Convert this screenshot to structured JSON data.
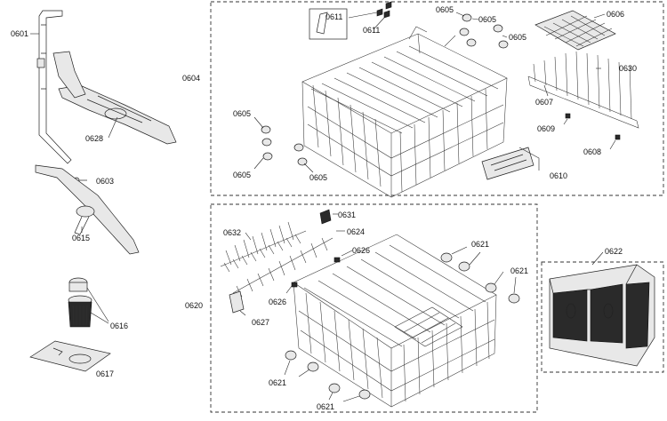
{
  "diagram": {
    "labels": {
      "p0601": "0601",
      "p0603": "0603",
      "p0604": "0604",
      "p0605_a": "0605",
      "p0605_b": "0605",
      "p0605_c": "0605",
      "p0605_d": "0605",
      "p0605_e": "0605",
      "p0605_f": "0605",
      "p0606": "0606",
      "p0607": "0607",
      "p0608": "0608",
      "p0609": "0609",
      "p0610": "0610",
      "p0611_a": "0611",
      "p0611_b": "0611",
      "p0615": "0615",
      "p0616": "0616",
      "p0617": "0617",
      "p0620": "0620",
      "p0621_a": "0621",
      "p0621_b": "0621",
      "p0621_c": "0621",
      "p0621_d": "0621",
      "p0622": "0622",
      "p0624": "0624",
      "p0626_a": "0626",
      "p0626_b": "0626",
      "p0627": "0627",
      "p0628": "0628",
      "p0630": "0630",
      "p0631": "0631",
      "p0632": "0632"
    }
  }
}
